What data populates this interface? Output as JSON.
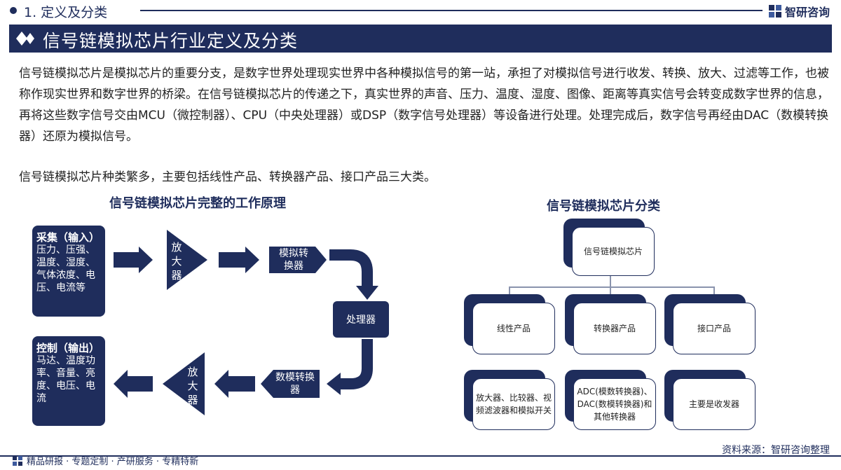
{
  "header": {
    "section_label": "1. 定义及分类",
    "brand_name": "智研咨询"
  },
  "title": "信号链模拟芯片行业定义及分类",
  "body": {
    "paragraph1": "信号链模拟芯片是模拟芯片的重要分支，是数字世界处理现实世界中各种模拟信号的第一站，承担了对模拟信号进行收发、转换、放大、过滤等工作，也被称作现实世界和数字世界的桥梁。在信号链模拟芯片的传递之下，真实世界的声音、压力、温度、湿度、图像、距离等真实信号会转变成数字世界的信息，再将这些数字信号交由MCU（微控制器）、CPU（中央处理器）或DSP（数字信号处理器）等设备进行处理。处理完成后，数字信号再经由DAC（数模转换器）还原为模拟信号。",
    "paragraph2": "信号链模拟芯片种类繁多，主要包括线性产品、转换器产品、接口产品三大类。"
  },
  "left_diagram": {
    "title": "信号链模拟芯片完整的工作原理",
    "input_box": {
      "title": "采集（输入）",
      "items": "压力、压强、温度、湿度、气体浓度、电压、电流等"
    },
    "amp_top": "放大器",
    "adc_label": "模拟转换器",
    "processor": "处理器",
    "dac_label": "数模转换器",
    "amp_bottom": "放大器",
    "output_box": {
      "title": "控制（输出）",
      "items": "马达、温度功率、音量、亮度、电压、电流"
    }
  },
  "right_diagram": {
    "title": "信号链模拟芯片分类",
    "root": "信号链模拟芯片",
    "categories": [
      {
        "name": "线性产品",
        "detail": "放大器、比较器、视频滤波器和模拟开关"
      },
      {
        "name": "转换器产品",
        "detail": "ADC(模数转换器)、DAC(数模转换器)和其他转换器"
      },
      {
        "name": "接口产品",
        "detail": "主要是收发器"
      }
    ]
  },
  "footer": {
    "tagline": "精品研报 · 专题定制 · 产研服务 · 专精特新",
    "source": "资料来源：智研咨询整理"
  },
  "colors": {
    "navy": "#1f2d5c",
    "line": "#8a93ad"
  }
}
